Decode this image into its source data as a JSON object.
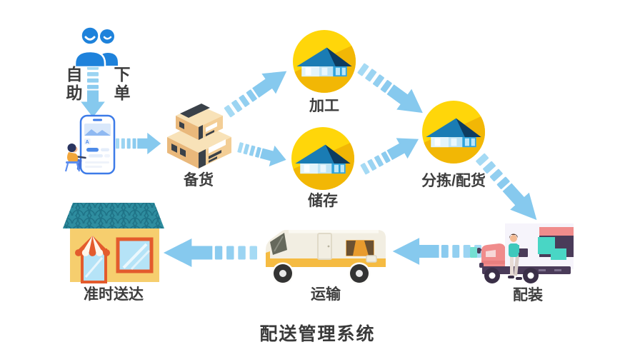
{
  "page": {
    "title": "配送管理系统",
    "background": "#FFFFFF"
  },
  "palette": {
    "arrow_blue": "#86C9EE",
    "arrow_dash_blue": "#A5DAF4",
    "people_blue": "#1E82DB",
    "node_circle_yellow": "#FFD60A",
    "node_circle_shadow": "#F2B705",
    "box_tan": "#F3CE96",
    "truck_pink": "#F08C8C",
    "truck_purple": "#4A3B59",
    "parcel_teal": "#49D6C5",
    "rv_cream": "#F2EEE2",
    "rv_stripe_orange": "#F5BB42",
    "store_roof_teal": "#2E8D9F",
    "store_wall_yellow": "#F6CE6E",
    "store_frame_red": "#E35B2D",
    "label_text": "#3D3D3D"
  },
  "steps": {
    "order": {
      "word_left": "自助",
      "word_right": "下单",
      "icon": "users-icon"
    },
    "app": {
      "icon": "phone-order-illustration",
      "avatar_letter": "A"
    },
    "stock": {
      "label": "备货",
      "icon": "boxes-icon"
    },
    "process": {
      "label": "加工",
      "icon": "house-node-icon"
    },
    "storage": {
      "label": "储存",
      "icon": "house-node-icon"
    },
    "sorting": {
      "label": "分拣/配货",
      "icon": "house-node-icon"
    },
    "loading": {
      "label": "配装",
      "icon": "loading-truck-icon"
    },
    "transport": {
      "label": "运输",
      "icon": "rv-truck-icon"
    },
    "delivery": {
      "label": "准时送达",
      "icon": "storefront-icon"
    }
  },
  "flow": [
    "order → app",
    "app → stock",
    "stock → process",
    "stock → storage",
    "process → sorting",
    "storage → sorting",
    "sorting → loading",
    "loading → transport",
    "transport → delivery"
  ]
}
